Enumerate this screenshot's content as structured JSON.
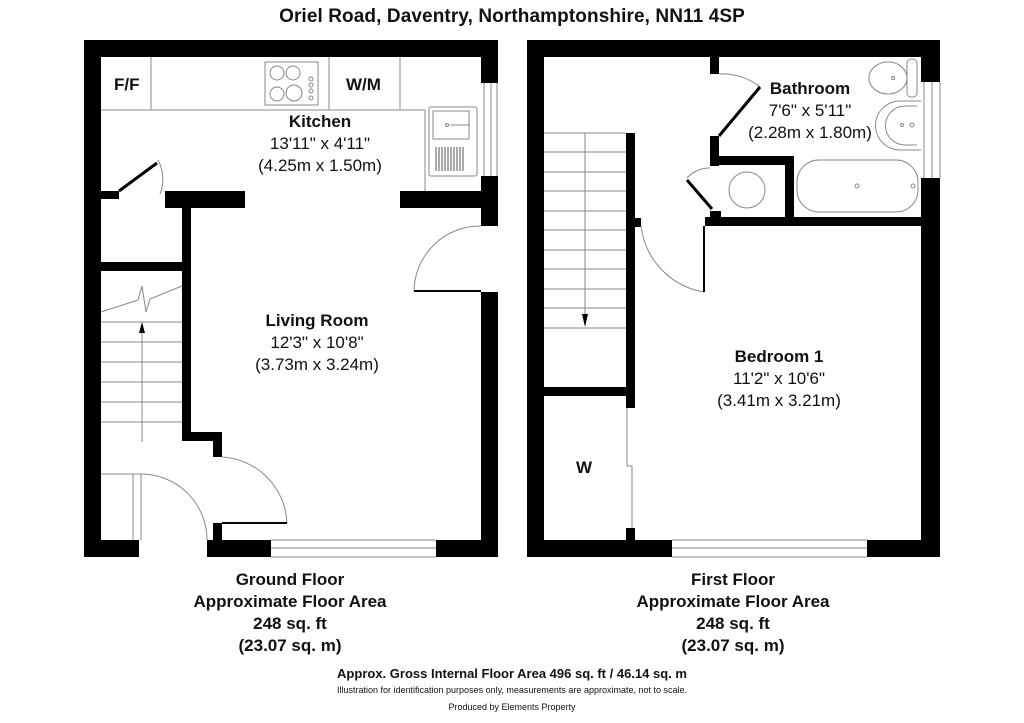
{
  "title": "Oriel Road, Daventry, Northamptonshire, NN11 4SP",
  "ground_floor": {
    "rooms": [
      {
        "name": "Kitchen",
        "imperial": "13'11\" x 4'11\"",
        "metric": "(4.25m x 1.50m)"
      },
      {
        "name": "Living Room",
        "imperial": "12'3\" x 10'8\"",
        "metric": "(3.73m x 3.24m)"
      }
    ],
    "fixtures": {
      "fridge_freezer": "F/F",
      "washing_machine": "W/M"
    },
    "summary": {
      "floor": "Ground Floor",
      "label": "Approximate Floor Area",
      "sqft": "248 sq. ft",
      "sqm": "(23.07 sq. m)"
    }
  },
  "first_floor": {
    "rooms": [
      {
        "name": "Bathroom",
        "imperial": "7'6\" x 5'11\"",
        "metric": "(2.28m x 1.80m)"
      },
      {
        "name": "Bedroom 1",
        "imperial": "11'2\" x 10'6\"",
        "metric": "(3.41m x 3.21m)"
      }
    ],
    "fixtures": {
      "wardrobe": "W"
    },
    "summary": {
      "floor": "First Floor",
      "label": "Approximate Floor Area",
      "sqft": "248 sq. ft",
      "sqm": "(23.07 sq. m)"
    }
  },
  "footer": {
    "gross": "Approx. Gross Internal Floor Area 496 sq. ft / 46.14 sq. m",
    "disclaimer": "Illustration for identification purposes only, measurements are approximate, not to scale.",
    "producer": "Produced by Elements Property"
  },
  "colors": {
    "wall": "#000000",
    "line": "#888888",
    "background": "#ffffff"
  }
}
